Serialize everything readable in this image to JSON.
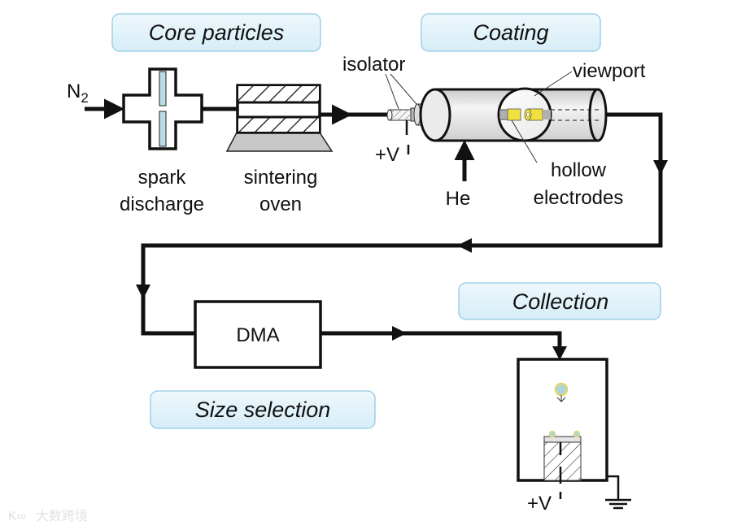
{
  "stages": {
    "core": "Core particles",
    "coating": "Coating",
    "collection": "Collection",
    "size": "Size selection"
  },
  "labels": {
    "n2": "N",
    "n2_sub": "2",
    "spark1": "spark",
    "spark2": "discharge",
    "oven1": "sintering",
    "oven2": "oven",
    "isolator": "isolator",
    "voltage": "+V",
    "he": "He",
    "viewport": "viewport",
    "hollow1": "hollow",
    "hollow2": "electrodes",
    "dma": "DMA",
    "voltage2": "+V"
  },
  "watermark": "大数跨境",
  "colors": {
    "stage_fill": "#dff0f8",
    "stage_border": "#8ec9e6",
    "electrode": "#f0e040",
    "spark_electrode": "#b9dce6",
    "oven_base": "#c8c8c8",
    "tube": "#e6e6e6"
  }
}
